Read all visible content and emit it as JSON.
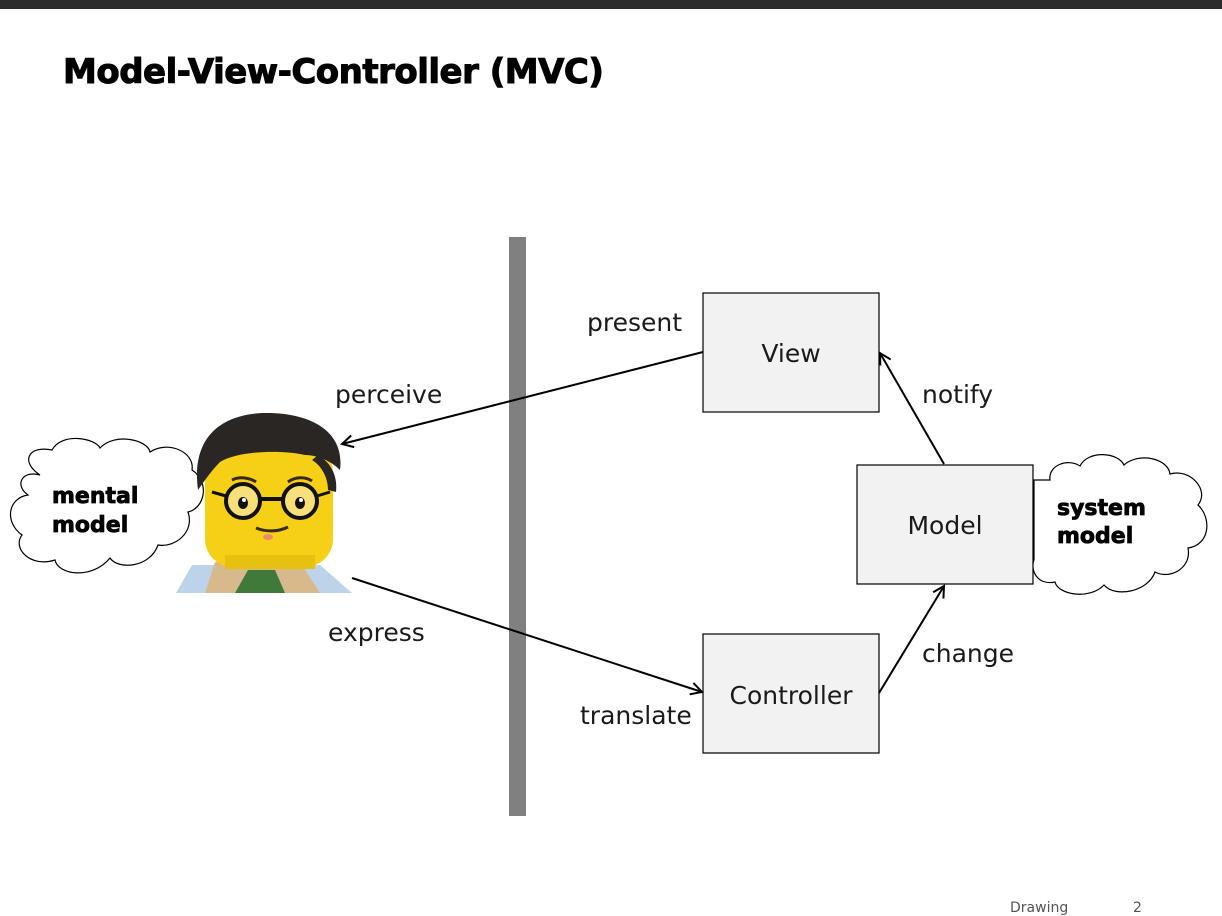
{
  "slide": {
    "title": "Model-View-Controller (MVC)"
  },
  "diagram": {
    "boxes": {
      "view": "View",
      "model": "Model",
      "controller": "Controller"
    },
    "edges": {
      "present": "present",
      "perceive": "perceive",
      "notify": "notify",
      "express": "express",
      "translate": "translate",
      "change": "change"
    },
    "clouds": {
      "mental_line1": "mental",
      "mental_line2": "model",
      "system_line1": "system",
      "system_line2": "model"
    },
    "colors": {
      "box_fill": "#f2f2f2",
      "divider": "#808080",
      "top_bar": "#2b2b2b"
    },
    "figure_icon": "lego-minifigure-icon"
  },
  "footer": {
    "left": "Drawing",
    "right": "2"
  }
}
